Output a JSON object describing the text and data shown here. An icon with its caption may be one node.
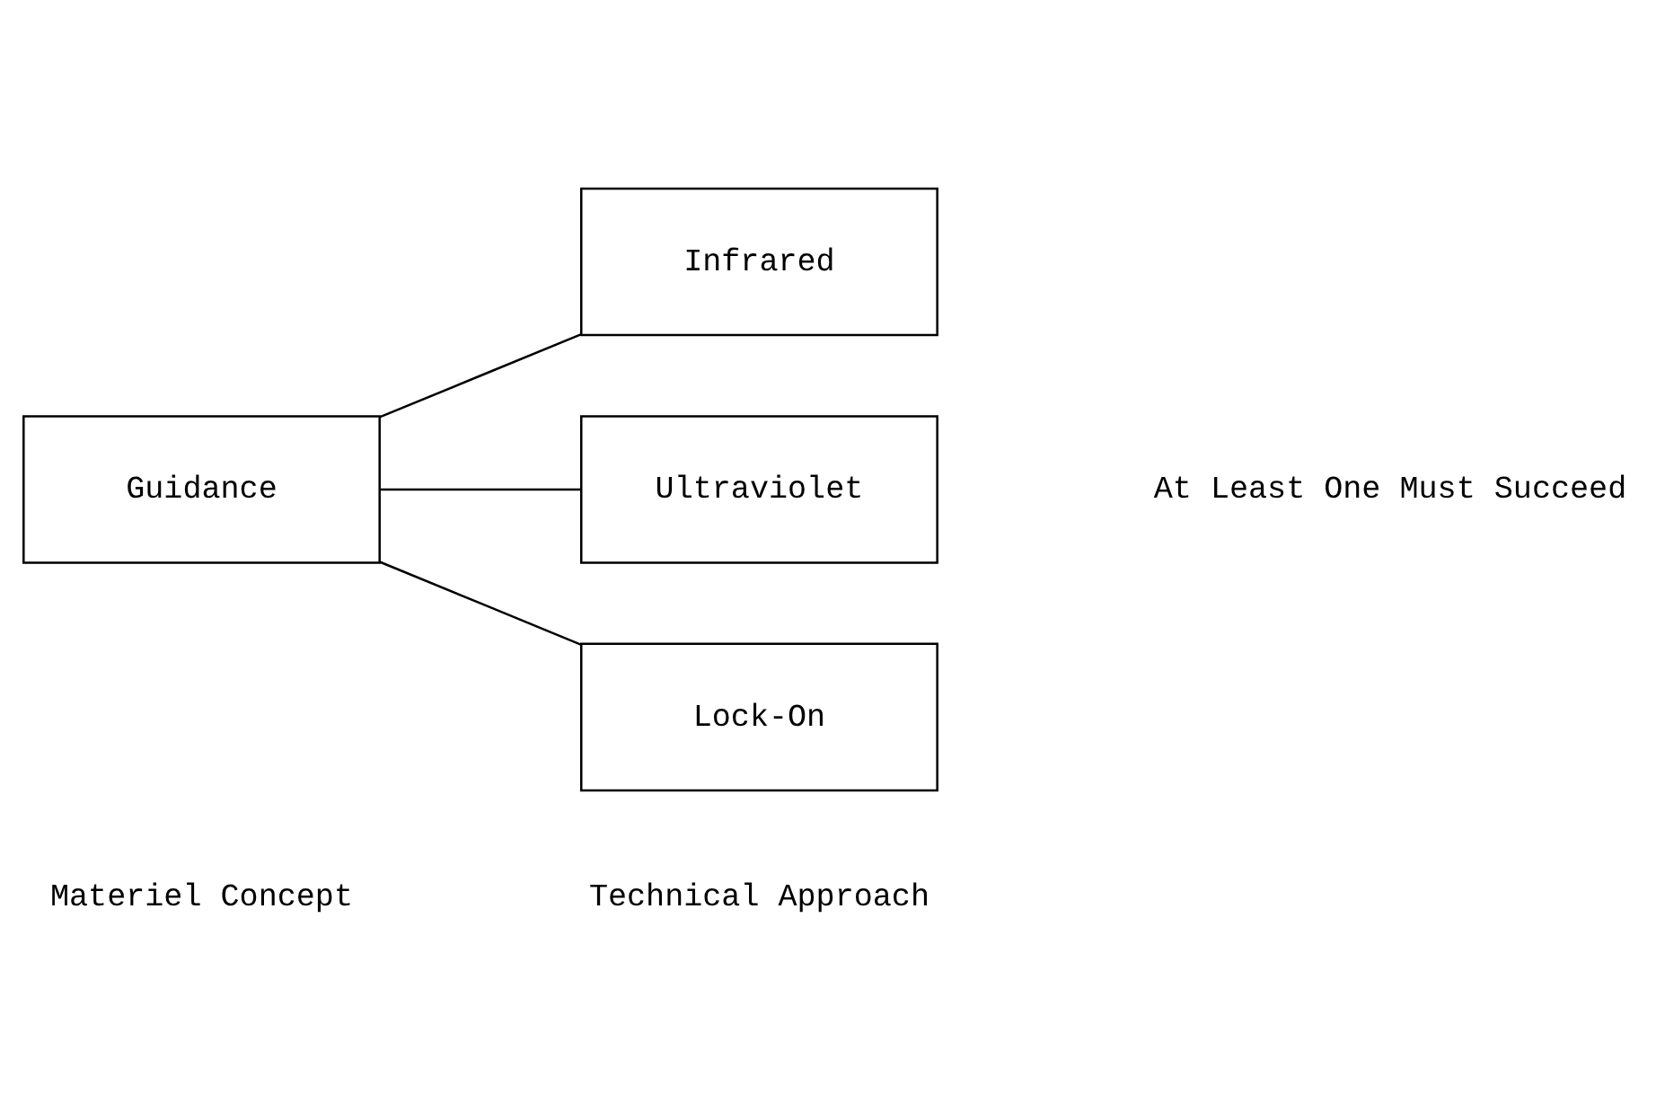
{
  "diagram": {
    "nodes": [
      {
        "text": [
          "Guidance"
        ]
      },
      {
        "text": [
          "Infrared"
        ]
      },
      {
        "text": [
          "Ultraviolet"
        ]
      },
      {
        "text": [
          "Lock-On"
        ]
      }
    ],
    "edges": [
      {
        "from": 0,
        "to": 1,
        "arrow": "none"
      },
      {
        "from": 0,
        "to": 2,
        "arrow": "none"
      },
      {
        "from": 0,
        "to": 3,
        "arrow": "none"
      }
    ],
    "labels": [
      "At Least One Must Succeed",
      "Materiel Concept",
      "Technical Approach"
    ]
  }
}
